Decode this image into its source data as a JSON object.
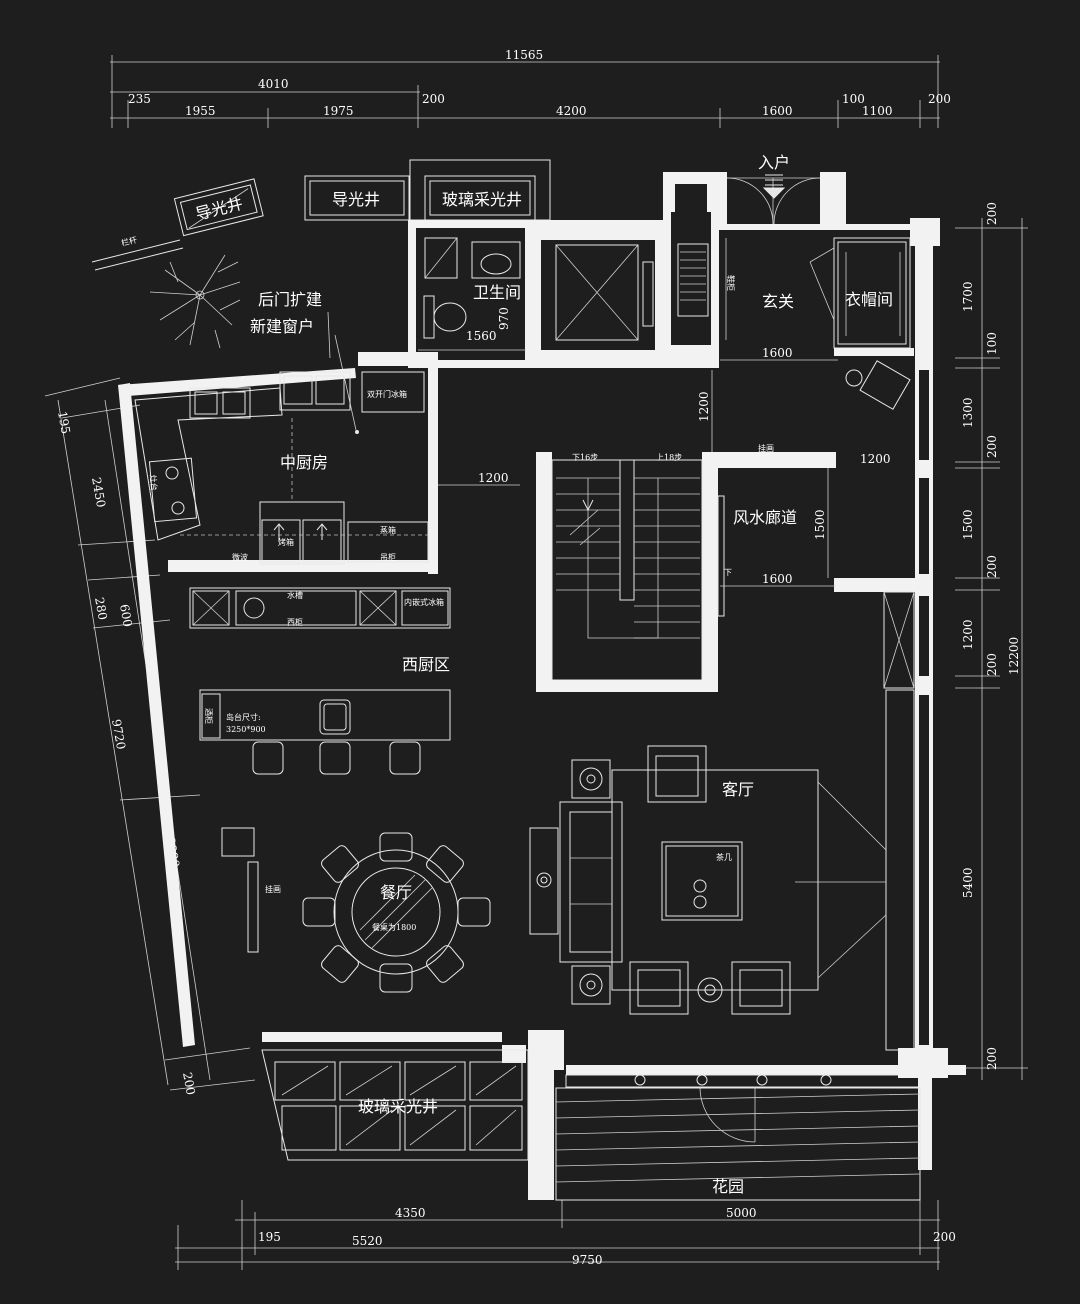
{
  "rooms": {
    "light_well_1": "导光井",
    "light_well_2": "导光井",
    "glass_well_top": "玻璃采光井",
    "bathroom": "卫生间",
    "entry": "入户",
    "foyer": "玄关",
    "cloakroom": "衣帽间",
    "back_door": "后门扩建",
    "new_window": "新建窗户",
    "chinese_kitchen": "中厨房",
    "corridor": "风水廊道",
    "western_kitchen": "西厨区",
    "living": "客厅",
    "dining": "餐厅",
    "glass_well_bottom": "玻璃采光井",
    "garden": "花园"
  },
  "small_labels": {
    "railing": "栏杆",
    "double_fridge": "双开门冰箱",
    "down16": "下16步",
    "up18": "上18步",
    "hanging_pic": "挂画",
    "down_stairs_small": "下",
    "hood": "吊柜",
    "sink_cab": "水槽",
    "microwave": "微波",
    "oven": "烤箱",
    "steamer": "蒸箱",
    "stove": "灶台",
    "embedded_fridge": "内嵌式冰箱",
    "west_cab": "西柜",
    "island_size_1": "岛台尺寸:",
    "island_size_2": "3250*900",
    "table_size": "餐桌为1800",
    "tea_table": "茶几",
    "shoe_cab": "鞋柜",
    "wine_cab": "酒柜"
  },
  "dimensions": {
    "top": {
      "overall": "11565",
      "d4010": "4010",
      "d235": "235",
      "d1955": "1955",
      "d1975": "1975",
      "d200a": "200",
      "d4200": "4200",
      "d1600": "1600",
      "d100": "100",
      "d1100": "1100",
      "d200b": "200"
    },
    "right": {
      "d200a": "200",
      "d1700": "1700",
      "d100": "100",
      "d1300": "1300",
      "d200b": "200",
      "d1500": "1500",
      "d200c": "200",
      "d1200": "1200",
      "d200d": "200",
      "d12200": "12200",
      "d5400": "5400",
      "d200e": "200"
    },
    "left": {
      "d195": "195",
      "d2450": "2450",
      "d280": "280",
      "d600": "600",
      "d9720": "9720",
      "d3980": "3980",
      "d200": "200"
    },
    "bottom": {
      "d4350": "4350",
      "d5000": "5000",
      "d195": "195",
      "d5520": "5520",
      "d200": "200",
      "d9750": "9750"
    },
    "interior": {
      "bath_970": "970",
      "bath_1560": "1560",
      "foyer_1600": "1600",
      "stair_1200v": "1200",
      "stair_1200h": "1200",
      "corr_1200": "1200",
      "corr_1500": "1500",
      "corr_1600": "1600"
    }
  },
  "colors": {
    "background": "#1e1e1e",
    "lines": "#e8e8e8",
    "walls": "#f2f2f2"
  }
}
